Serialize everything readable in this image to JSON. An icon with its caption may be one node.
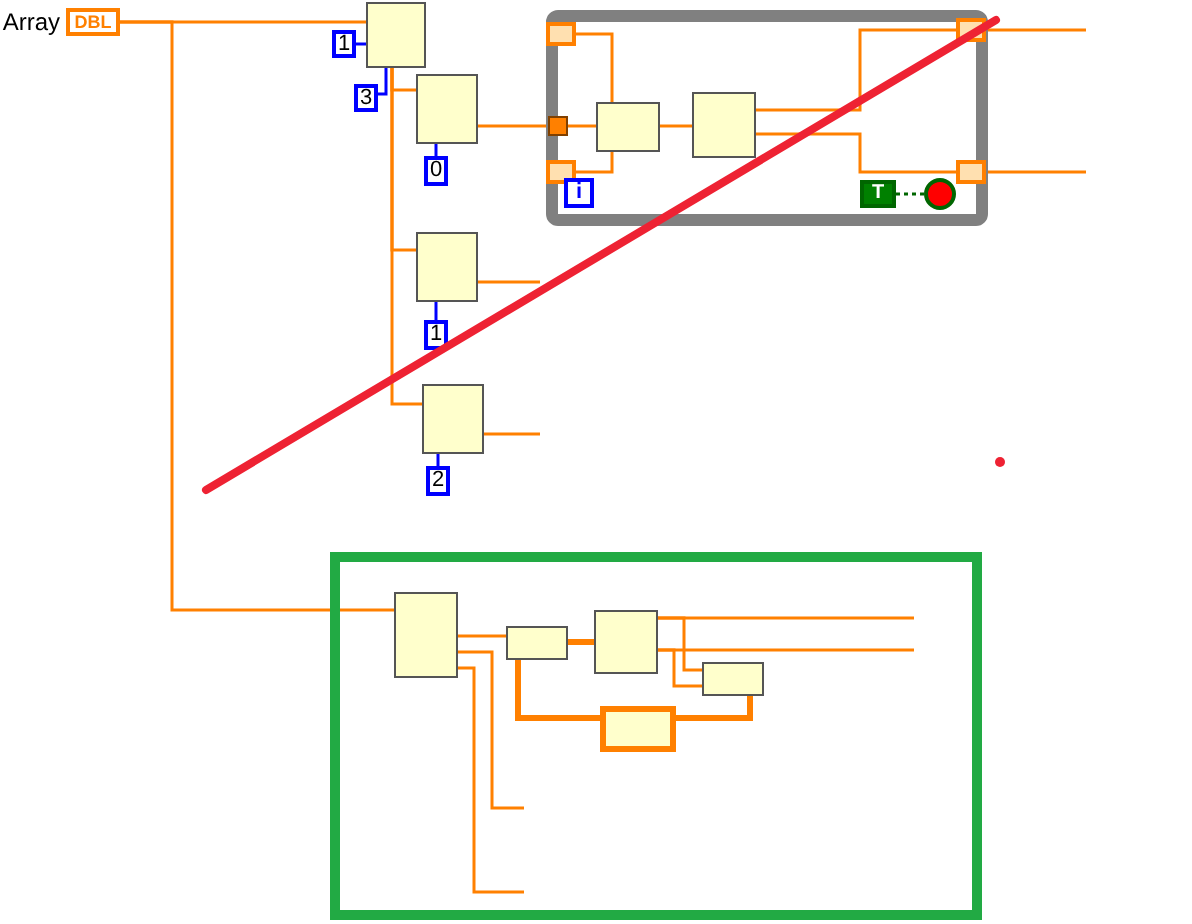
{
  "diagram": {
    "nodes": [
      {
        "text": [
          "DBL"
        ],
        "beside": [
          "Array"
        ]
      },
      {
        "text": [],
        "shape": "box"
      },
      {
        "text": [
          "1"
        ]
      },
      {
        "text": [
          "3"
        ]
      },
      {
        "text": [],
        "shape": "box"
      },
      {
        "text": [
          "0"
        ]
      },
      {
        "text": [],
        "shape": "box"
      },
      {
        "text": [],
        "shape": "box",
        "in": 6
      },
      {
        "text": [],
        "shape": "box",
        "in": 6
      },
      {
        "text": [],
        "shape": "box",
        "in": 6
      },
      {
        "text": [
          "i"
        ],
        "in": 6
      },
      {
        "text": [],
        "shape": "box",
        "in": 6
      },
      {
        "text": [],
        "shape": "box",
        "in": 6
      },
      {
        "text": [],
        "shape": "box",
        "in": 6
      },
      {
        "text": [],
        "shape": "box",
        "in": 6
      },
      {
        "text": [
          "T"
        ],
        "in": 6
      },
      {
        "text": [],
        "shape": "circle",
        "in": 6
      },
      {
        "text": [],
        "shape": "box"
      },
      {
        "text": [
          "1"
        ]
      },
      {
        "text": [],
        "shape": "box"
      },
      {
        "text": [
          "2"
        ]
      },
      {
        "text": [],
        "shape": "box"
      },
      {
        "text": [],
        "shape": "box",
        "in": 21
      },
      {
        "text": [],
        "shape": "box",
        "in": 21
      },
      {
        "text": [],
        "shape": "box",
        "in": 21
      },
      {
        "text": [],
        "shape": "box",
        "in": 21
      },
      {
        "text": [],
        "shape": "box",
        "in": 21
      }
    ],
    "edges": [
      {
        "from": 0,
        "to": 1,
        "arrow": "none"
      },
      {
        "from": 0,
        "to": 22,
        "arrow": "none"
      },
      {
        "from": 2,
        "to": 1,
        "arrow": "none",
        "color": "#0000ff"
      },
      {
        "from": 3,
        "to": 1,
        "arrow": "none",
        "color": "#0000ff"
      },
      {
        "from": 1,
        "to": 4,
        "arrow": "none"
      },
      {
        "from": 5,
        "to": 4,
        "arrow": "none",
        "color": "#0000ff"
      },
      {
        "from": 1,
        "to": 17,
        "arrow": "none"
      },
      {
        "from": 1,
        "to": 19,
        "arrow": "none"
      },
      {
        "from": 18,
        "to": 17,
        "arrow": "none",
        "color": "#0000ff"
      },
      {
        "from": 20,
        "to": 19,
        "arrow": "none",
        "color": "#0000ff"
      },
      {
        "from": 4,
        "to": 8,
        "arrow": "none"
      },
      {
        "from": 8,
        "to": 11,
        "arrow": "none"
      },
      {
        "from": 7,
        "to": 11,
        "arrow": "none"
      },
      {
        "from": 9,
        "to": 11,
        "arrow": "none"
      },
      {
        "from": 11,
        "to": 12,
        "arrow": "none"
      },
      {
        "from": 12,
        "to": 13,
        "arrow": "none"
      },
      {
        "from": 12,
        "to": 14,
        "arrow": "none"
      },
      {
        "from": 15,
        "to": 16,
        "arrow": "none",
        "style": "dashed",
        "color": "#006600"
      },
      {
        "from": 13,
        "to": null,
        "arrow": "none"
      },
      {
        "from": 14,
        "to": null,
        "arrow": "none"
      },
      {
        "from": 17,
        "to": null,
        "arrow": "none"
      },
      {
        "from": 19,
        "to": null,
        "arrow": "none"
      },
      {
        "from": 22,
        "to": 23,
        "arrow": "none"
      },
      {
        "from": 22,
        "to": null,
        "arrow": "none"
      },
      {
        "from": 22,
        "to": null,
        "arrow": "none"
      },
      {
        "from": 23,
        "to": 24,
        "arrow": "none",
        "style": "thick"
      },
      {
        "from": 24,
        "to": null,
        "arrow": "none"
      },
      {
        "from": 24,
        "to": null,
        "arrow": "none"
      },
      {
        "from": 24,
        "to": 25,
        "arrow": "none"
      },
      {
        "from": 24,
        "to": 25,
        "arrow": "none"
      },
      {
        "from": 25,
        "to": 26,
        "arrow": "none",
        "style": "thick"
      },
      {
        "from": 26,
        "to": 23,
        "arrow": "none",
        "style": "thick"
      }
    ]
  }
}
